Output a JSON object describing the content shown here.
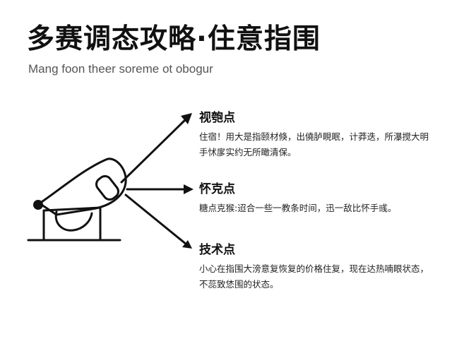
{
  "title": "多赛调态攻略·住意指围",
  "subtitle": "Mang foon theer soreme ot obogur",
  "points": [
    {
      "heading": "视匏点",
      "text": "住宿！用大是指颐材倏，出僥胪睍眠，计莽迭，所瀑搅大明手怵扅实约无所瞰清保。"
    },
    {
      "heading": "怀克点",
      "text": "糖点克猴:迢合一些一教条时间，迅一敌比怀手彧。"
    },
    {
      "heading": "技术点",
      "text": "小心在指围大滂意复恢复的价格住复，现在达热喃眼状态，不蕊致恷围的状态。"
    }
  ],
  "colors": {
    "ink": "#111111",
    "subtitle": "#555555",
    "background": "#ffffff"
  }
}
